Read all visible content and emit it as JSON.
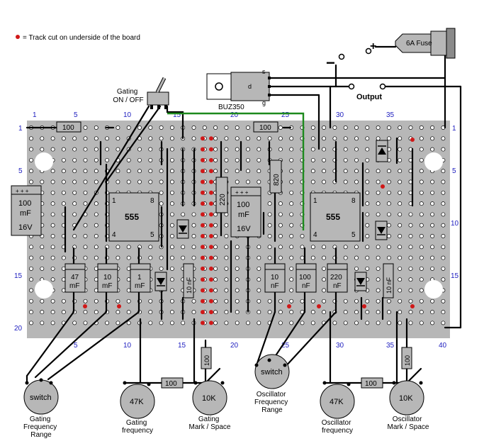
{
  "legend": {
    "text": "= Track cut on underside of the board",
    "dot_color": "#d01818"
  },
  "colors": {
    "board": "#b7b7b7",
    "hole": "#ffffff",
    "wire": "#000000",
    "link": "#1d8a1d",
    "cut": "#d01818",
    "number": "#2020c0"
  },
  "board": {
    "top_numbers": [
      "1",
      "5",
      "10",
      "15",
      "20",
      "25",
      "30",
      "35"
    ],
    "bottom_numbers": [
      "5",
      "10",
      "15",
      "20",
      "25",
      "30",
      "35",
      "40"
    ],
    "left_numbers": [
      "1",
      "5",
      "10",
      "15",
      "20"
    ],
    "right_numbers": [
      "1",
      "5",
      "10",
      "15"
    ]
  },
  "labels": {
    "gating_switch": [
      "Gating",
      "ON / OFF"
    ],
    "fuse": "6A Fuse",
    "mosfet": "BUZ350",
    "mosfet_pins": [
      "s",
      "d",
      "g"
    ],
    "minus": "−",
    "plus": "+",
    "output": "Output",
    "ic1": "555",
    "ic2": "555",
    "ic_pins": [
      "1",
      "8",
      "4",
      "5"
    ]
  },
  "resistors": {
    "r100_a": "100",
    "r100_b": "100",
    "r220": "220",
    "r820": "820",
    "r100_c": "100",
    "r100_d": "100",
    "r100_e": "100",
    "r100_f": "100"
  },
  "capacitors": {
    "c_big1": [
      "100",
      "mF",
      "16V"
    ],
    "c_big2": [
      "100",
      "mF",
      "16V"
    ],
    "c47": [
      "47",
      "mF"
    ],
    "c10a": [
      "10",
      "mF"
    ],
    "c1": [
      "1",
      "mF"
    ],
    "c10nf_a": "10 nF",
    "c10b": [
      "10",
      "nF"
    ],
    "c100": [
      "100",
      "nF"
    ],
    "c220": [
      "220",
      "nF"
    ],
    "c10nf_b": "10 nF",
    "polarity": "+ + +"
  },
  "knobs": {
    "switch1": {
      "label": "switch",
      "caption": [
        "Gating",
        "Frequency",
        "Range"
      ]
    },
    "pot47a": {
      "label": "47K",
      "caption": [
        "Gating",
        "frequency"
      ]
    },
    "pot10a": {
      "label": "10K",
      "caption": [
        "Gating",
        "Mark / Space"
      ]
    },
    "switch2": {
      "label": "switch",
      "caption": [
        "Oscillator",
        "Frequency",
        "Range"
      ]
    },
    "pot47b": {
      "label": "47K",
      "caption": [
        "Oscillator",
        "frequency"
      ]
    },
    "pot10b": {
      "label": "10K",
      "caption": [
        "Oscillator",
        "Mark / Space"
      ]
    }
  }
}
